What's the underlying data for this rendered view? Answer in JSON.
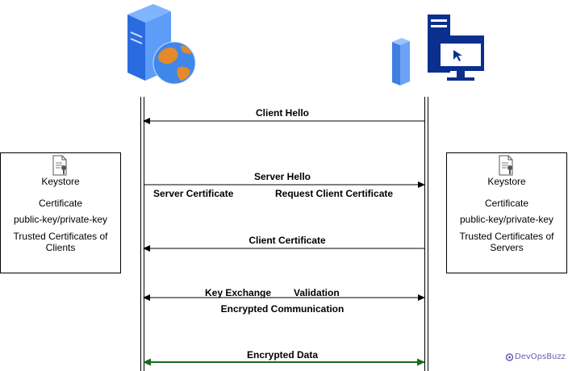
{
  "client_hello": "Client Hello",
  "server_hello": "Server Hello",
  "server_certificate": "Server Certificate",
  "request_client_certificate": "Request Client Certificate",
  "client_certificate": "Client Certificate",
  "key_exchange": "Key Exchange",
  "validation": "Validation",
  "encrypted_communication": "Encrypted Communication",
  "encrypted_data": "Encrypted Data",
  "left_keystore": {
    "title": "Keystore",
    "line1": "Certificate",
    "line2": "public-key/private-key",
    "line3": "Trusted Certificates of Clients"
  },
  "right_keystore": {
    "title": "Keystore",
    "line1": "Certificate",
    "line2": "public-key/private-key",
    "line3": "Trusted Certificates of Servers"
  },
  "brand": "DevOpsBuzz",
  "colors": {
    "encrypted_data_arrow": "#1b6b1b",
    "brand": "#6b5fb5",
    "server_blue": "#1f4fb5",
    "client_blue": "#0b2f8f"
  },
  "icons": {
    "left_actor": "web-server-globe-icon",
    "right_actor": "client-computer-icon",
    "keystore": "certificate-document-icon",
    "brand": "devopsbuzz-logo-icon"
  }
}
